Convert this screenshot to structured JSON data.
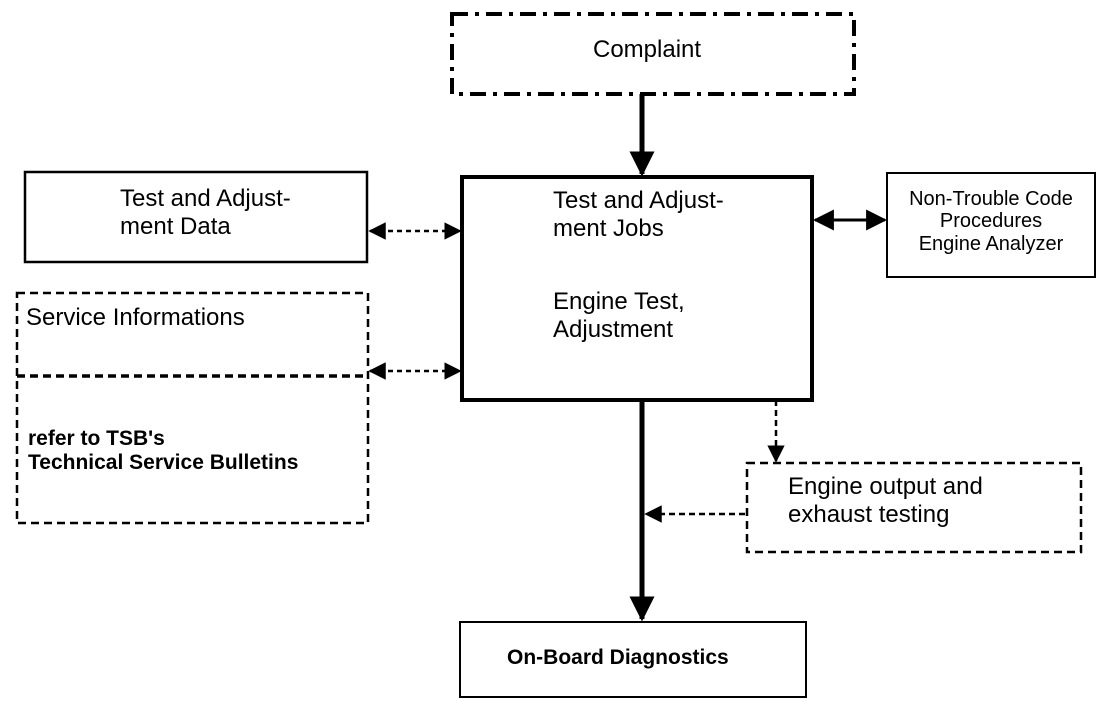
{
  "diagram": {
    "complaint": {
      "label": "Complaint"
    },
    "test_data": {
      "lines": [
        "Test and Adjust-",
        "ment Data"
      ]
    },
    "jobs": {
      "lines": [
        "Test and Adjust-",
        "ment Jobs",
        "Engine Test,",
        "Adjustment"
      ]
    },
    "non_trouble": {
      "lines": [
        "Non-Trouble Code",
        "Procedures",
        "Engine Analyzer"
      ]
    },
    "service_info": {
      "label": "Service Informations"
    },
    "tsb": {
      "lines": [
        "refer to TSB's",
        "Technical Service Bulletins"
      ]
    },
    "engine_output": {
      "lines": [
        "Engine output and",
        "exhaust testing"
      ]
    },
    "obd": {
      "label": "On-Board Diagnostics"
    }
  }
}
